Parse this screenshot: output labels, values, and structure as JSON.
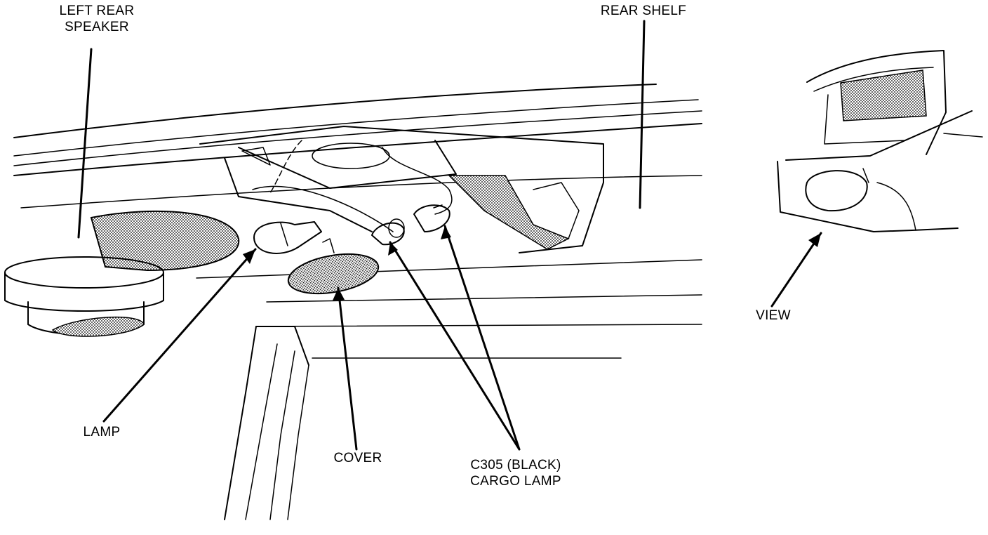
{
  "labels": {
    "left_rear_speaker": [
      "LEFT REAR",
      "SPEAKER"
    ],
    "rear_shelf": "REAR SHELF",
    "view": "VIEW",
    "lamp": "LAMP",
    "cover": "COVER",
    "connector": [
      "C305 (BLACK)",
      "CARGO LAMP"
    ]
  },
  "colors": {
    "ink": "#000000",
    "paper": "#ffffff",
    "stipple": "#8a8a8a"
  }
}
